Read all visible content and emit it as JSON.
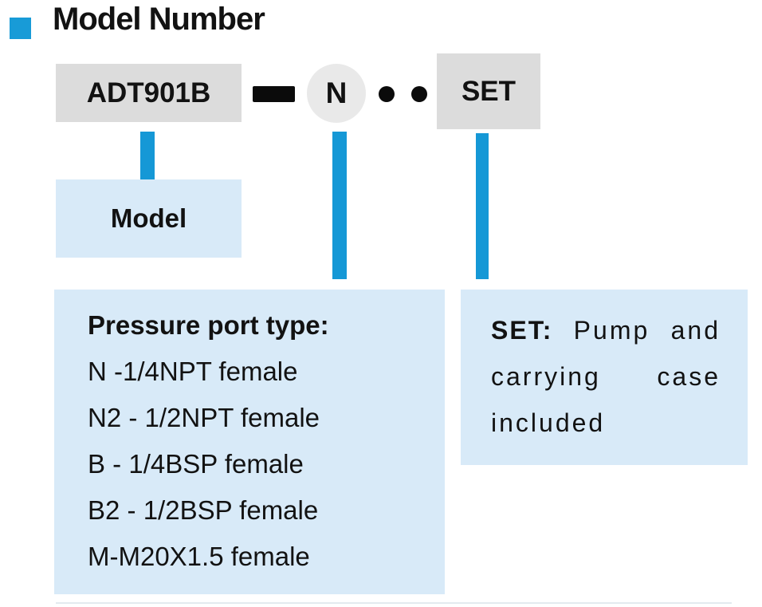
{
  "title": "Model Number",
  "diagram": {
    "model_code": "ADT901B",
    "port_code": "N",
    "set_code": "SET"
  },
  "callouts": {
    "model_label": "Model",
    "port_heading": "Pressure port type:",
    "port_options": [
      "N -1/4NPT female",
      "N2 - 1/2NPT female",
      "B - 1/4BSP female",
      "B2 - 1/2BSP female",
      "M-M20X1.5 female"
    ],
    "set_bold": "SET:",
    "set_text": " Pump and carrying case included"
  },
  "colors": {
    "accent_blue": "#189bd7",
    "connector_blue": "#1598d6",
    "panel_light_blue": "#d8eaf8",
    "code_box_gray": "#dcdcdc",
    "circle_gray": "#e9e9e9",
    "text_black": "#121212"
  }
}
